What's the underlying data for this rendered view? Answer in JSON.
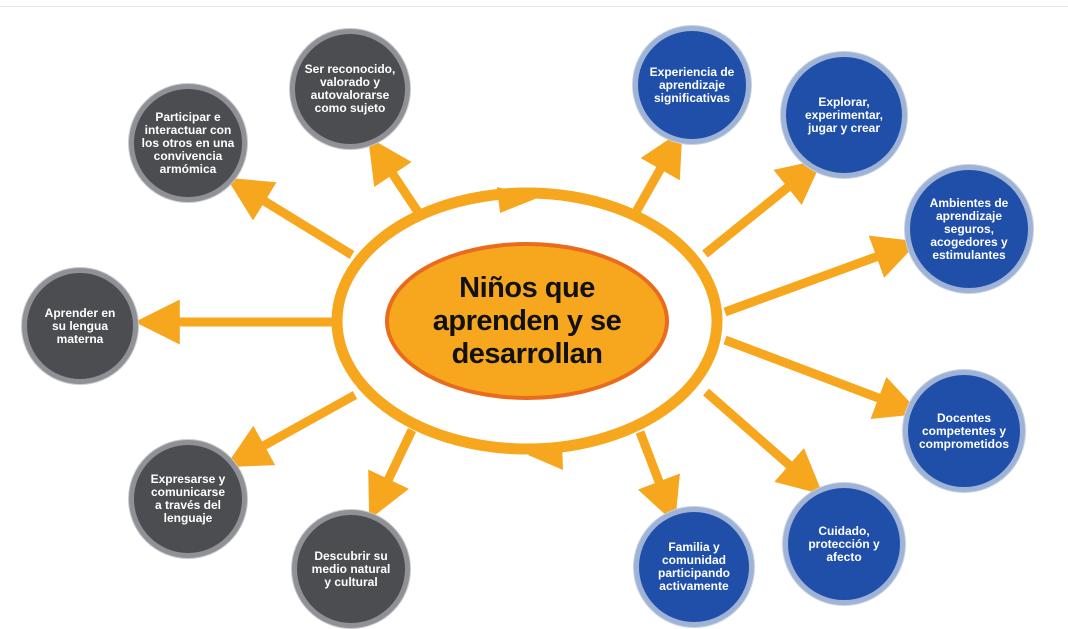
{
  "colors": {
    "orange": "#f6a71d",
    "orange_border": "#ea6a1e",
    "gray_node": "#4b4d51",
    "blue_node": "#1f4fa9",
    "text_light": "#ffffff"
  },
  "center": {
    "label": "Niños que\naprenden y se\ndesarrollan"
  },
  "gray_nodes": [
    {
      "label": "Ser reconocido,\nvalorado y\nautovalorarse\ncomo sujeto"
    },
    {
      "label": "Participar e\ninteractuar con\nlos otros en una\nconvivencia\narmómica"
    },
    {
      "label": "Aprender en\nsu lengua\nmaterna"
    },
    {
      "label": "Expresarse y\ncomunicarse\na través del\nlenguaje"
    },
    {
      "label": "Descubrir su\nmedio natural\ny cultural"
    }
  ],
  "blue_nodes": [
    {
      "label": "Experiencia de\naprendizaje\nsignificativas"
    },
    {
      "label": "Explorar,\nexperimentar,\njugar y crear"
    },
    {
      "label": "Ambientes de\naprendizaje\nseguros,\nacogedores y\nestimulantes"
    },
    {
      "label": "Docentes\ncompetentes y\ncomprometidos"
    },
    {
      "label": "Cuidado,\nprotección y\nafecto"
    },
    {
      "label": "Familia y\ncomunidad\nparticipando\nactivamente"
    }
  ]
}
